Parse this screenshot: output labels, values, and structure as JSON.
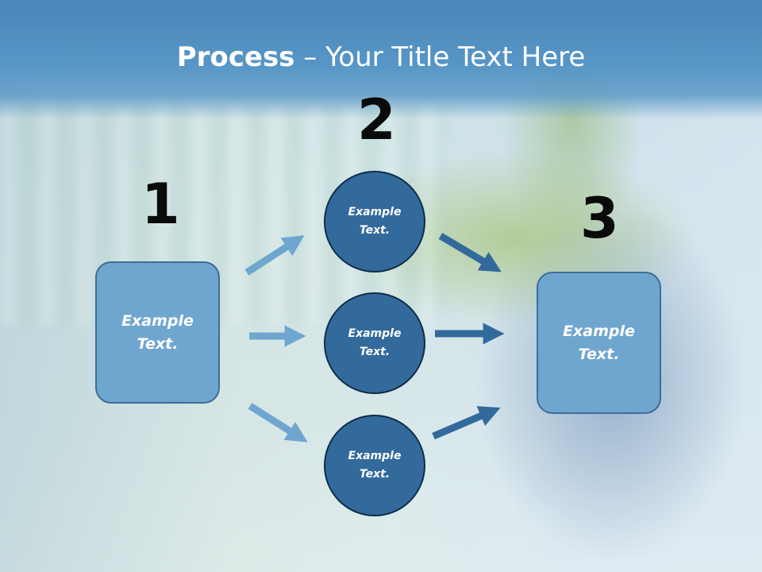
{
  "title": {
    "bold": "Process",
    "rest": " – Your Title Text Here"
  },
  "steps": [
    {
      "number": "1",
      "line1": "Example",
      "line2": "Text."
    },
    {
      "number": "2"
    },
    {
      "number": "3",
      "line1": "Example",
      "line2": "Text."
    }
  ],
  "circles": [
    {
      "line1": "Example",
      "line2": "Text."
    },
    {
      "line1": "Example",
      "line2": "Text."
    },
    {
      "line1": "Example",
      "line2": "Text."
    }
  ],
  "colors": {
    "title_band": "#5796c6",
    "box_fill": "#6fa6d0",
    "circle_fill": "#336a9c",
    "light_arrow": "#6fa6d0",
    "dark_arrow": "#336a9c"
  }
}
